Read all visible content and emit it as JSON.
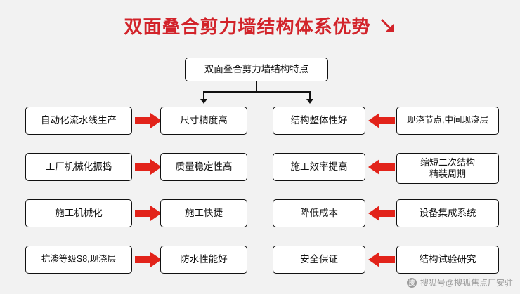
{
  "title": {
    "text": "双面叠合剪力墙结构体系优势",
    "color": "#d2232a",
    "arrow_icon": "arrow-down-right-icon"
  },
  "header_box": {
    "label": "双面叠合剪力墙结构特点"
  },
  "columns": {
    "left_outer": [
      {
        "label": "自动化流水线生产"
      },
      {
        "label": "工厂机械化振捣"
      },
      {
        "label": "施工机械化"
      },
      {
        "label": "抗渗等级S8,现浇层"
      }
    ],
    "left_inner": [
      {
        "label": "尺寸精度高"
      },
      {
        "label": "质量稳定性高"
      },
      {
        "label": "施工快捷"
      },
      {
        "label": "防水性能好"
      }
    ],
    "right_inner": [
      {
        "label": "结构整体性好"
      },
      {
        "label": "施工效率提高"
      },
      {
        "label": "降低成本"
      },
      {
        "label": "安全保证"
      }
    ],
    "right_outer": [
      {
        "label": "现浇节点,中间现浇层"
      },
      {
        "label": "缩短二次结构\n精装周期"
      },
      {
        "label": "设备集成系统"
      },
      {
        "label": "结构试验研究"
      }
    ]
  },
  "arrows": {
    "color": "#e2231a",
    "left_direction": "arrow-right-icon",
    "right_direction": "arrow-left-icon"
  },
  "watermark": {
    "logo_text": "搜",
    "text": "搜狐号@搜狐焦点厂安驻"
  }
}
